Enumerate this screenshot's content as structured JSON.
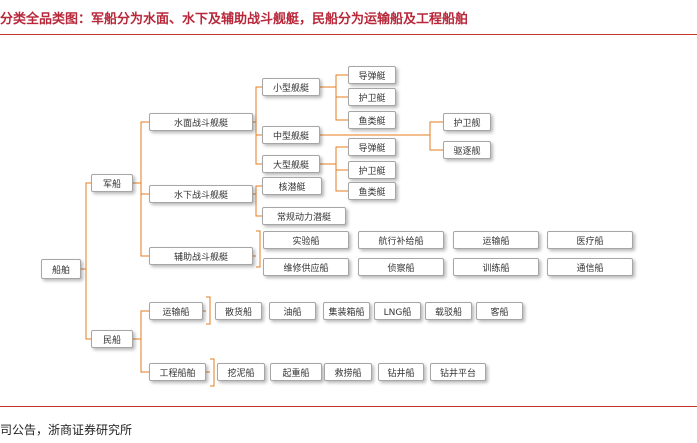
{
  "title": "分类全品类图：军船分为水面、水下及辅助战斗舰艇，民船分为运输船及工程船舶",
  "source": "司公告，浙商证券研究所",
  "colors": {
    "title": "#b8283a",
    "rule": "#c0392b",
    "connector": "#e67e22"
  },
  "diagram": {
    "root": "船舶",
    "military": "军船",
    "civil": "民船",
    "surface_combat": "水面战斗舰艇",
    "underwater_combat": "水下战斗舰艇",
    "auxiliary_combat": "辅助战斗舰艇",
    "small_ship": "小型舰艇",
    "medium_ship": "中型舰艇",
    "large_ship": "大型舰艇",
    "missile_boat_1": "导弹艇",
    "escort_1": "护卫艇",
    "torpedo_1": "鱼类艇",
    "missile_boat_2": "导弹艇",
    "escort_2": "护卫艇",
    "torpedo_2": "鱼类艇",
    "frigate": "护卫舰",
    "destroyer": "驱逐舰",
    "nuclear_sub": "核潜艇",
    "conventional_sub": "常规动力潜艇",
    "aux_items": [
      "实验船",
      "航行补给船",
      "运输船",
      "医疗船",
      "维修供应船",
      "侦察船",
      "训练船",
      "通信船"
    ],
    "transport": "运输船",
    "transport_items": [
      "散货船",
      "油船",
      "集装箱船",
      "LNG船",
      "载驳船",
      "客船"
    ],
    "engineering": "工程船舶",
    "engineering_items": [
      "挖泥船",
      "起重船",
      "救捞船",
      "钻井船",
      "钻井平台"
    ]
  }
}
